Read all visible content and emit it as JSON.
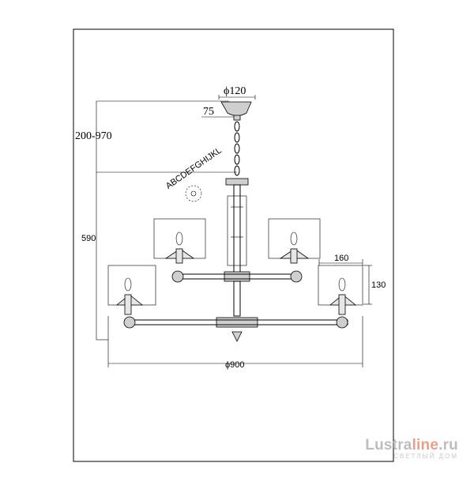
{
  "dimensions": {
    "canopy_diameter": "ϕ120",
    "canopy_height": "75",
    "chain_range": "200-970",
    "total_height": "590",
    "shade_width": "160",
    "shade_height": "130",
    "overall_diameter": "ϕ900"
  },
  "stamp_letters": "ABCDEFGHIJKL",
  "watermark": {
    "brand_left": "Lustra",
    "brand_mid": "line",
    "brand_right": ".ru",
    "tagline": "СВЕТЛЫЙ ДОМ"
  }
}
